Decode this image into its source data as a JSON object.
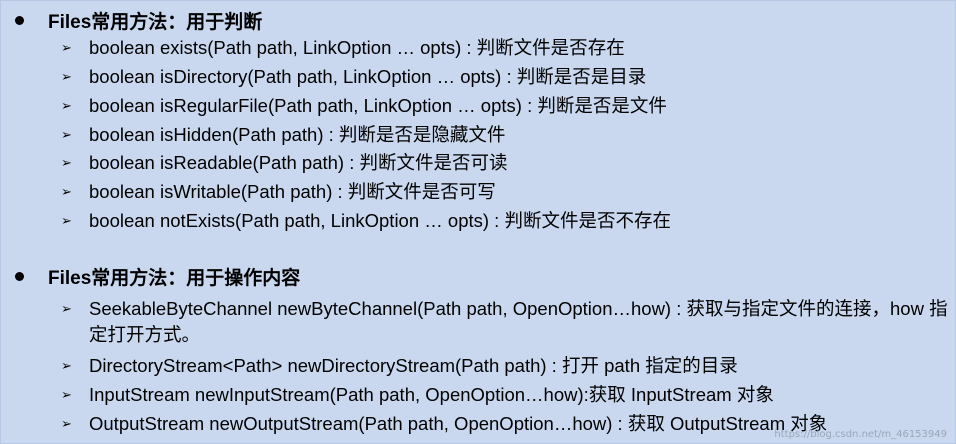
{
  "sections": [
    {
      "heading": "Files常用方法：用于判断",
      "items": [
        "boolean exists(Path path, LinkOption … opts) : 判断文件是否存在",
        "boolean isDirectory(Path path, LinkOption … opts) : 判断是否是目录",
        "boolean isRegularFile(Path path, LinkOption … opts) : 判断是否是文件",
        "boolean isHidden(Path path) : 判断是否是隐藏文件",
        "boolean isReadable(Path path) : 判断文件是否可读",
        "boolean isWritable(Path path) : 判断文件是否可写",
        "boolean notExists(Path path, LinkOption … opts) : 判断文件是否不存在"
      ]
    },
    {
      "heading": "Files常用方法：用于操作内容",
      "items": [
        "SeekableByteChannel newByteChannel(Path path, OpenOption…how) : 获取与指定文件的连接，how 指定打开方式。",
        "DirectoryStream<Path>  newDirectoryStream(Path path) : 打开 path 指定的目录",
        "InputStream newInputStream(Path path, OpenOption…how):获取 InputStream 对象",
        "OutputStream newOutputStream(Path path, OpenOption…how) : 获取 OutputStream 对象"
      ]
    }
  ],
  "bullet_glyph": "➢",
  "watermark": "https://blog.csdn.net/m_46153949"
}
